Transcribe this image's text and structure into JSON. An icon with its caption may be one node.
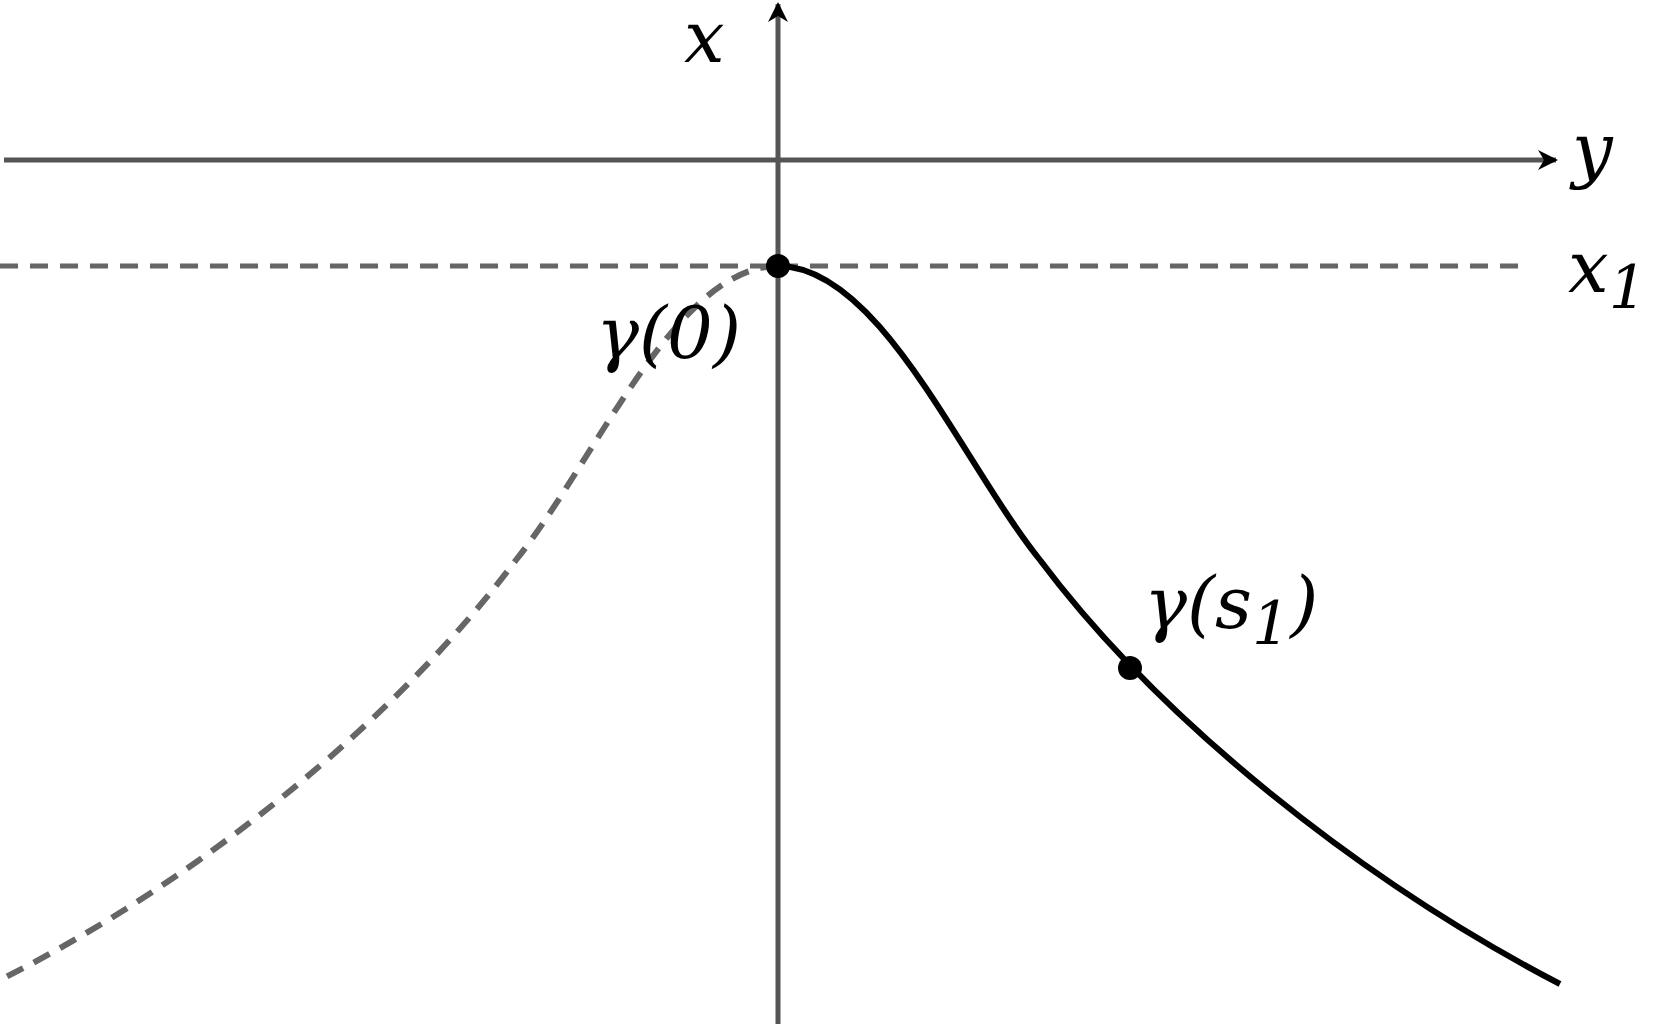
{
  "diagram": {
    "labels": [
      "x",
      "y",
      "x$_{1}$",
      "γ(0)",
      "γ(s$_{1}$)"
    ]
  }
}
